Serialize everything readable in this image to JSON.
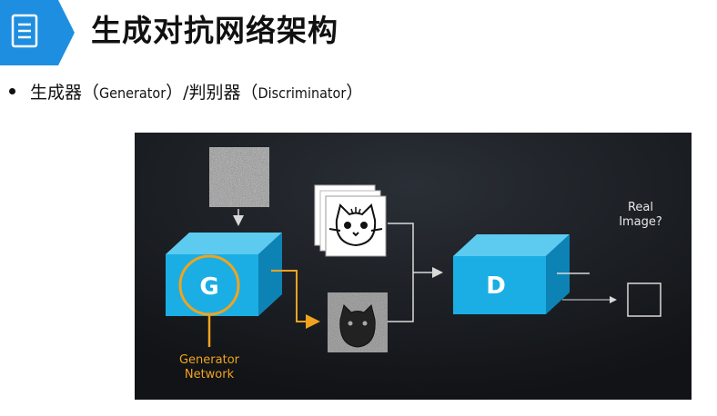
{
  "header": {
    "title": "生成对抗网络架构",
    "icon": "document-list-icon",
    "accent_color": "#1e8fe0"
  },
  "bullet": {
    "zh1": "生成器（",
    "en1": "Generator",
    "mid": "）/判别器（",
    "en2": "Discriminator",
    "end": "）"
  },
  "diagram": {
    "generator_letter": "G",
    "discriminator_letter": "D",
    "generator_label_line1": "Generator",
    "generator_label_line2": "Network",
    "output_label_line1": "Real",
    "output_label_line2": "Image?",
    "colors": {
      "background": "#16191d",
      "box_front": "#1aaee4",
      "box_top": "#5dcaf0",
      "box_side": "#0d83b5",
      "generator_accent": "#f0a31f",
      "lines": "#d9d9d9"
    }
  }
}
